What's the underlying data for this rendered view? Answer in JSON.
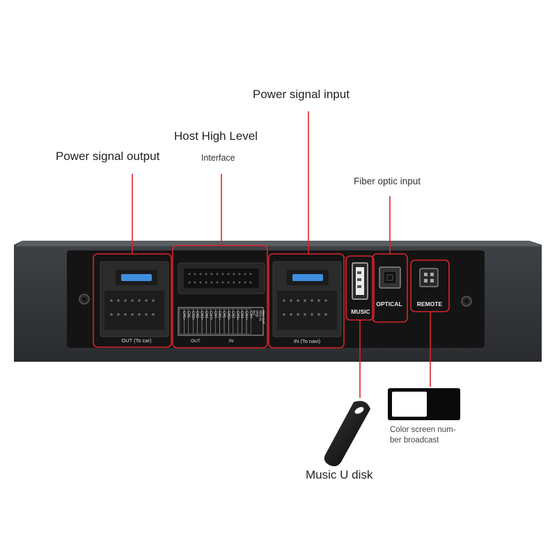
{
  "labels": {
    "power_output": "Power signal output",
    "host_high_level": "Host High Level",
    "interface": "Interface",
    "power_input": "Power signal input",
    "fiber_input": "Fiber optic input",
    "music_disk": "Music U disk",
    "screen_line1": "Color screen num-",
    "screen_line2": "ber broadcast"
  },
  "panel": {
    "out_label": "OUT (To car)",
    "in_label": "IN (To navi)",
    "music": "MUSIC",
    "optical": "OPTICAL",
    "remote": "REMOTE",
    "sub_out": "OUT",
    "sub_in": "IN",
    "channels": [
      "CH1+",
      "CH1-",
      "CH2+",
      "CH2-",
      "CH3+",
      "CH3-",
      "CH4+",
      "CH4-",
      "CH1+",
      "CH1-",
      "CH2+",
      "CH2-",
      "CH3+",
      "CH3-",
      "CH4+",
      "CH4-"
    ],
    "side_labels": [
      "BAT",
      "GND",
      "REM IN",
      "REM OUT"
    ]
  },
  "colors": {
    "callout_red": "#d9232a",
    "device_body": "#3a3c40",
    "panel_black": "#141414",
    "fuse_blue": "#3f8fe0"
  },
  "icons": [
    "usb-flash-drive-icon",
    "color-screen-icon"
  ]
}
